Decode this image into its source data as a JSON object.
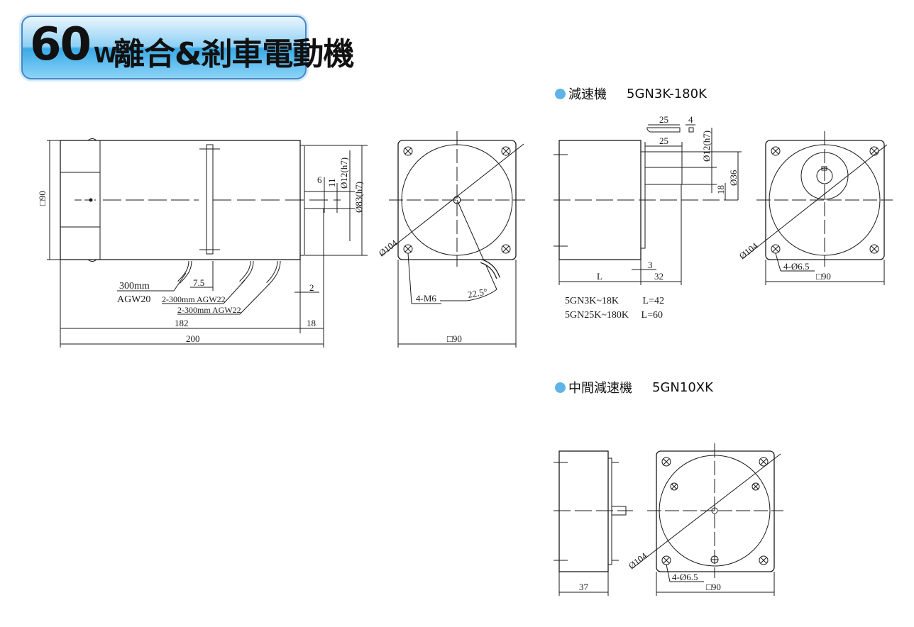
{
  "badge": {
    "power": "60",
    "unit": "W",
    "title": "離合&剎車電動機"
  },
  "reducer": {
    "heading": "減速機",
    "model": "5GN3K-180K",
    "notes": [
      {
        "range": "5GN3K~18K",
        "length": "L=42"
      },
      {
        "range": "5GN25K~180K",
        "length": "L=60"
      }
    ]
  },
  "intermediate": {
    "heading": "中間減速機",
    "model": "5GN10XK"
  },
  "motor_dims": {
    "square_90": "□90",
    "d12": "Ø12(h7)",
    "d83": "Ø83(h7)",
    "n11": "11",
    "n6": "6",
    "lead1_len": "300mm",
    "lead1_awg": "AGW20",
    "lead2": "2-300mm AGW22",
    "lead3": "2-300mm AGW22",
    "n75": "7.5",
    "n2": "2",
    "n182": "182",
    "n18": "18",
    "n200": "200"
  },
  "motor_front": {
    "d104": "Ø104",
    "holes": "4-M6",
    "angle": "22.5°",
    "width": "□90"
  },
  "reducer_dims": {
    "k25a": "25",
    "k4": "4",
    "k25b": "25",
    "d12": "Ø12(h7)",
    "d36": "Ø36",
    "n18": "18",
    "n3": "3",
    "L": "L",
    "n32": "32",
    "d104": "Ø104",
    "holes": "4-Ø6.5",
    "width": "□90"
  },
  "inter_dims": {
    "n37": "37",
    "d104": "Ø104",
    "holes": "4-Ø6.5",
    "width": "□90"
  }
}
